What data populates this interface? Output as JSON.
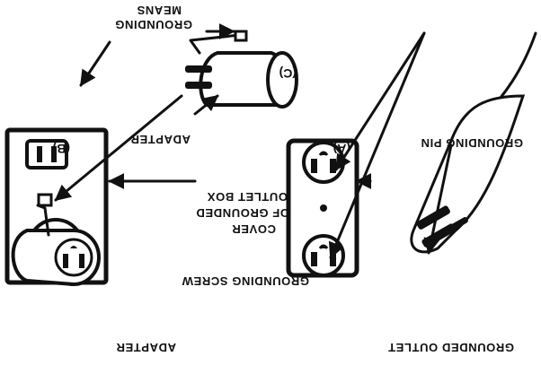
{
  "labels": {
    "grounding_means": [
      "GROUNDING",
      "MEANS"
    ],
    "adapter_c": "ADAPTER",
    "tag_c": "(C)",
    "tag_b": "(B)",
    "tag_a": "(A)",
    "grounding_pin": "GROUNDING PIN",
    "cover_outlet_box": [
      "COVER",
      "OF GROUNDED",
      "OUTLET BOX"
    ],
    "grounding_screw": "GROUNDING SCREW",
    "adapter_b": "ADAPTER",
    "grounded_outlet": "GROUNDED OUTLET"
  },
  "colors": {
    "ink": "#111111",
    "paper": "#ffffff"
  }
}
